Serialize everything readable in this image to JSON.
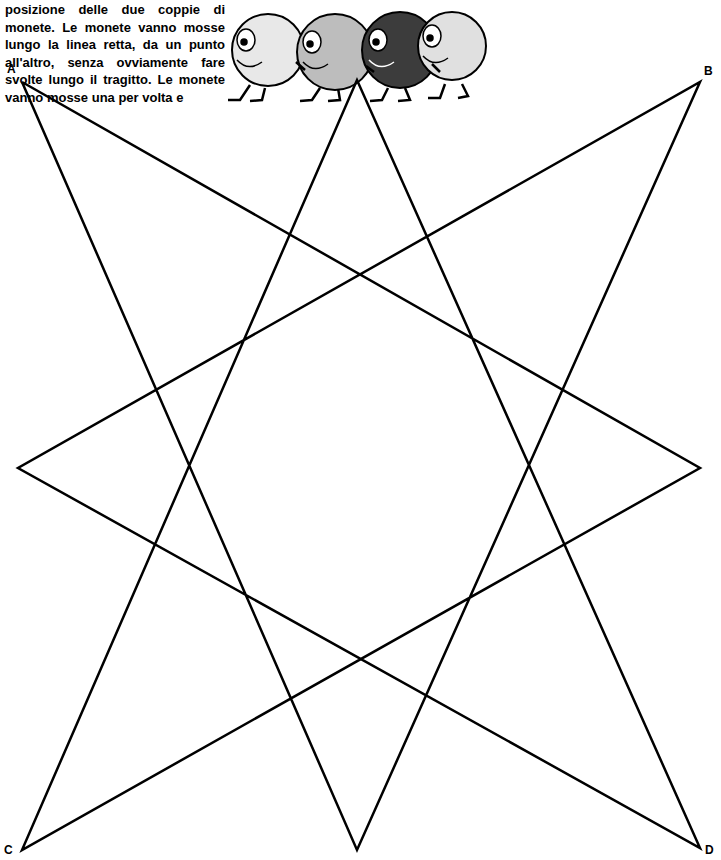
{
  "diagram": {
    "labels": [
      "posizione delle due coppie di monete. Le monete vanno mosse lungo la linea retta, da un punto all'altro, senza ovviamente fare svolte lungo il tragitto. Le monete vanno mosse una per volta e",
      "A",
      "B",
      "C",
      "D"
    ]
  }
}
